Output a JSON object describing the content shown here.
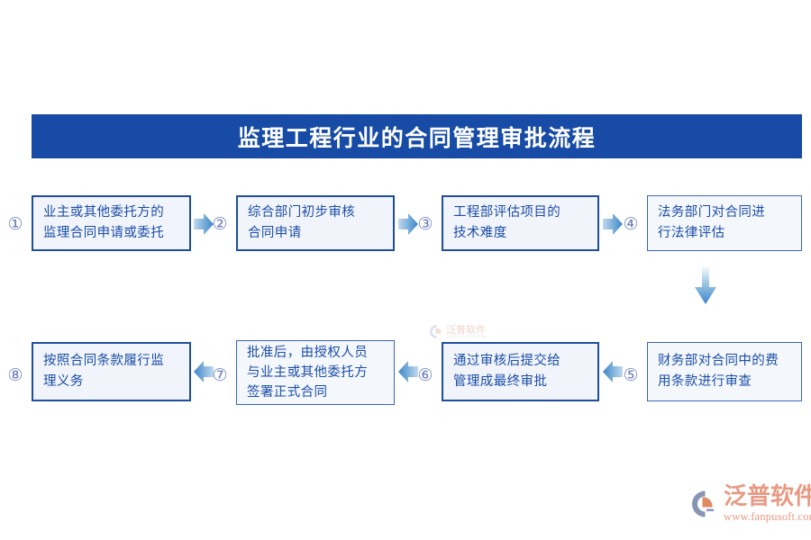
{
  "title": {
    "text": "监理工程行业的合同管理审批流程"
  },
  "colors": {
    "banner_blue": "#174BA5",
    "box_border_dark": "#1F4E9C",
    "box_border_light": "#3A67B5",
    "box_fill": "#F2F5FB",
    "text_blue": "#1A4DA8",
    "number_blue": "#6F7FBF",
    "arrow_blue": "#3C86C8",
    "logo_salmon": "#E79A84"
  },
  "flow": {
    "row1": [
      {
        "number": "①",
        "text": "业主或其他委托方的\n监理合同申请或委托",
        "border": "thick"
      },
      {
        "number": "②",
        "text": "综合部门初步审核\n合同申请",
        "border": "thick"
      },
      {
        "number": "③",
        "text": "工程部评估项目的\n技术难度",
        "border": "thick"
      },
      {
        "number": "④",
        "text": "法务部门对合同进\n行法律评估",
        "border": "thin"
      }
    ],
    "row2": [
      {
        "number": "⑧",
        "text": "按照合同条款履行监\n理义务",
        "border": "thick"
      },
      {
        "number": "⑦",
        "text": "批准后，由授权人员\n与业主或其他委托方\n签署正式合同",
        "border": "thin"
      },
      {
        "number": "⑥",
        "text": "通过审核后提交给\n管理成最终审批",
        "border": "thick"
      },
      {
        "number": "⑤",
        "text": "财务部对合同中的费\n用条款进行审查",
        "border": "thin"
      }
    ],
    "arrows": {
      "right_icon": "arrow-right-icon",
      "left_icon": "arrow-left-icon",
      "down_icon": "arrow-down-icon"
    }
  },
  "watermark": {
    "cn": "泛普软件",
    "en": "FANPU SOFTWARE"
  },
  "logo": {
    "cn": "泛普软件",
    "url": "www.fanpusoft.com",
    "mark_icon": "fanpu-logo-icon"
  }
}
